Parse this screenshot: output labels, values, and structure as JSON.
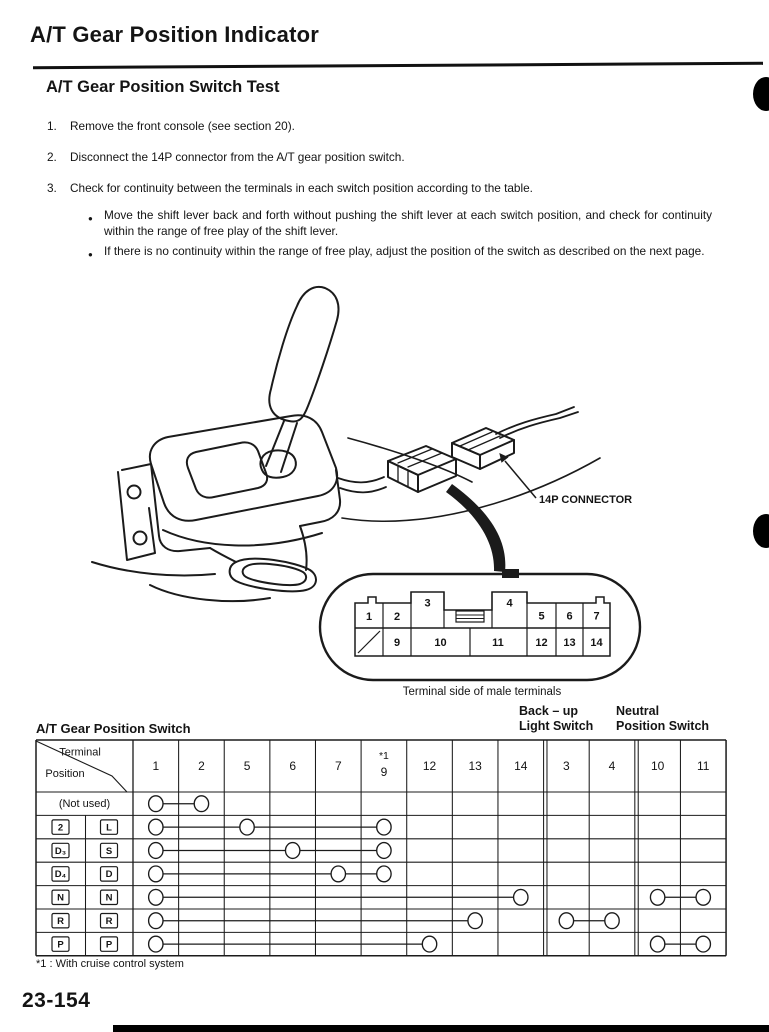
{
  "page": {
    "title": "A/T Gear Position Indicator",
    "section_title": "A/T Gear Position Switch Test",
    "page_number": "23-154"
  },
  "steps": [
    {
      "num": "1.",
      "text": "Remove the front console (see section 20)."
    },
    {
      "num": "2.",
      "text": "Disconnect the 14P connector from the A/T gear position switch."
    },
    {
      "num": "3.",
      "text": "Check for continuity between the terminals in each switch position according to the table."
    }
  ],
  "bullets": [
    "Move the shift lever back and forth without pushing the shift lever at each switch position, and check for continuity within the range of free play of the shift lever.",
    "If there is no continuity within the range of free play, adjust the position of the switch as described on the next page."
  ],
  "illustration": {
    "connector_label": "14P CONNECTOR",
    "pinout_caption": "Terminal side of male terminals",
    "pinout_top_row": [
      "1",
      "2",
      "3",
      "4",
      "5",
      "6",
      "7"
    ],
    "pinout_bottom_row": [
      "9",
      "10",
      "11",
      "12",
      "13",
      "14"
    ]
  },
  "table": {
    "title": "A/T Gear Position Switch",
    "backup_light_label": "Back – up\nLight Switch",
    "neutral_label": "Neutral\nPosition Switch",
    "corner_top": "Terminal",
    "corner_bottom": "Position",
    "columns": [
      "1",
      "2",
      "5",
      "6",
      "7",
      "9",
      "12",
      "13",
      "14",
      "3",
      "4",
      "10",
      "11"
    ],
    "column_note": {
      "col": "9",
      "text": "*1"
    },
    "rows": [
      {
        "label": "(Not used)",
        "connections": [
          [
            "1",
            "2"
          ]
        ]
      },
      {
        "boxes": [
          "2",
          "L"
        ],
        "connections": [
          [
            "1",
            "5",
            "9"
          ]
        ]
      },
      {
        "boxes": [
          "D₃",
          "S"
        ],
        "connections": [
          [
            "1",
            "6",
            "9"
          ]
        ]
      },
      {
        "boxes": [
          "D₄",
          "D"
        ],
        "connections": [
          [
            "1",
            "7",
            "9"
          ]
        ]
      },
      {
        "boxes": [
          "N",
          "N"
        ],
        "connections": [
          [
            "1",
            "14"
          ],
          [
            "10",
            "11"
          ]
        ]
      },
      {
        "boxes": [
          "R",
          "R"
        ],
        "connections": [
          [
            "1",
            "13"
          ],
          [
            "3",
            "4"
          ]
        ]
      },
      {
        "boxes": [
          "P",
          "P"
        ],
        "connections": [
          [
            "1",
            "12"
          ],
          [
            "10",
            "11"
          ]
        ]
      }
    ],
    "footnote": "*1 : With cruise control system"
  }
}
